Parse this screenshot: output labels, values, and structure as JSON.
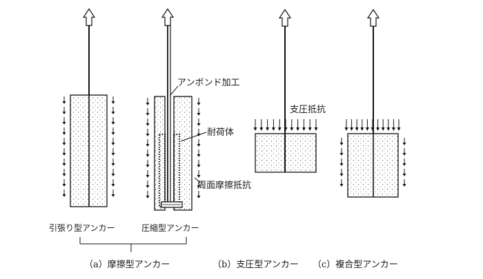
{
  "labels": {
    "unbond": "アンボンド加工",
    "load_body": "耐荷体",
    "skin_friction": "周面摩擦抵抗",
    "bearing": "支圧抵抗",
    "tension_type": "引張り型アンカー",
    "compression_type": "圧縮型アンカー"
  },
  "captions": {
    "a": "（a）摩擦型アンカー",
    "b": "（b）支圧型アンカー",
    "c": "（c）複合型アンカー"
  }
}
